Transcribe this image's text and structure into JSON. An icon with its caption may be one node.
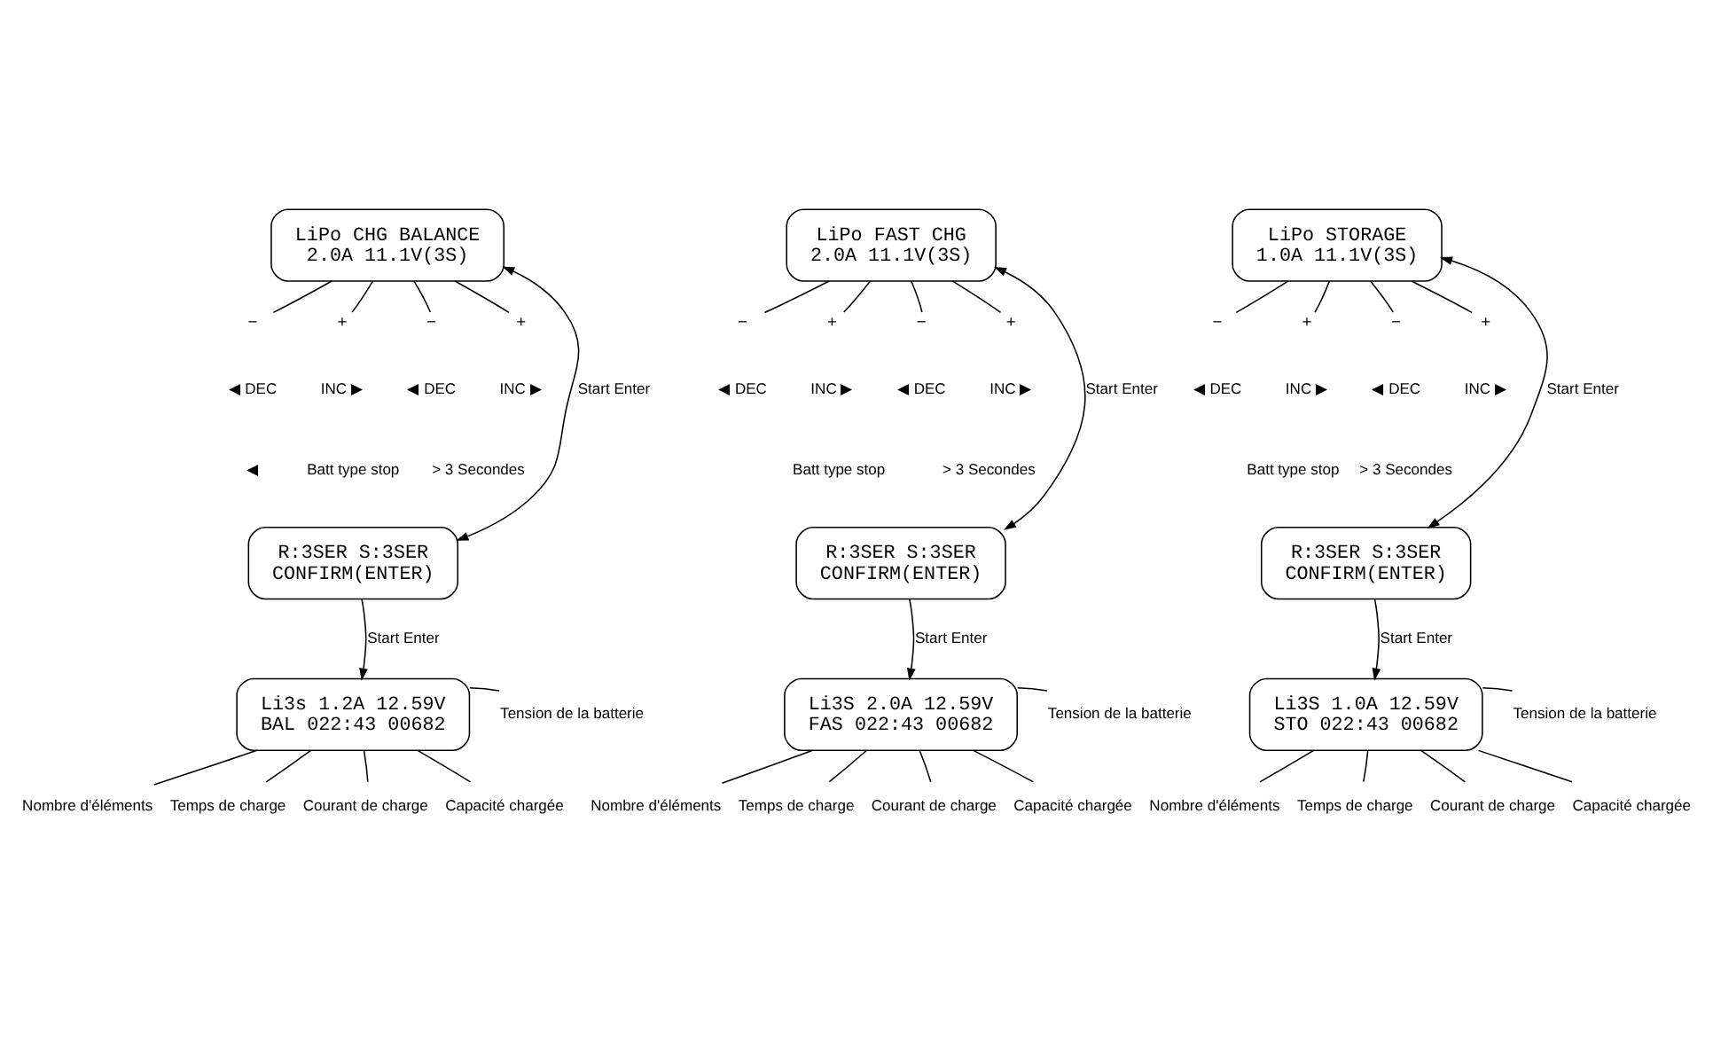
{
  "diagram": {
    "nodes": [
      {
        "text": [
          "LiPo CHG BALANCE",
          "2.0A 11.1V(3S)"
        ]
      },
      {
        "text": [
          "−"
        ]
      },
      {
        "text": [
          "+"
        ]
      },
      {
        "text": [
          "−"
        ]
      },
      {
        "text": [
          "+"
        ]
      },
      {
        "text": [
          "R:3SER S:3SER",
          "CONFIRM(ENTER)"
        ]
      },
      {
        "text": [
          "Li3s 1.2A 12.59V",
          "BAL 022:43 00682"
        ]
      },
      {
        "text": [
          "Tension de la batterie"
        ]
      },
      {
        "text": [
          "Nombre d'éléments"
        ]
      },
      {
        "text": [
          "Temps de charge"
        ]
      },
      {
        "text": [
          "Courant de charge"
        ]
      },
      {
        "text": [
          "Capacité chargée"
        ]
      },
      {
        "text": [
          "LiPo FAST CHG",
          "2.0A 11.1V(3S)"
        ]
      },
      {
        "text": [
          "−"
        ]
      },
      {
        "text": [
          "+"
        ]
      },
      {
        "text": [
          "−"
        ]
      },
      {
        "text": [
          "+"
        ]
      },
      {
        "text": [
          "R:3SER S:3SER",
          "CONFIRM(ENTER)"
        ]
      },
      {
        "text": [
          "Li3S 2.0A 12.59V",
          "FAS 022:43 00682"
        ]
      },
      {
        "text": [
          "Tension de la batterie"
        ]
      },
      {
        "text": [
          "Nombre d'éléments"
        ]
      },
      {
        "text": [
          "Temps de charge"
        ]
      },
      {
        "text": [
          "Courant de charge"
        ]
      },
      {
        "text": [
          "Capacité chargée"
        ]
      },
      {
        "text": [
          "LiPo STORAGE",
          "1.0A 11.1V(3S)"
        ]
      },
      {
        "text": [
          "−"
        ]
      },
      {
        "text": [
          "+"
        ]
      },
      {
        "text": [
          "−"
        ]
      },
      {
        "text": [
          "+"
        ]
      },
      {
        "text": [
          "R:3SER S:3SER",
          "CONFIRM(ENTER)"
        ]
      },
      {
        "text": [
          "Li3S 1.0A 12.59V",
          "STO 022:43 00682"
        ]
      },
      {
        "text": [
          "Tension de la batterie"
        ]
      },
      {
        "text": [
          "Nombre d'éléments"
        ]
      },
      {
        "text": [
          "Temps de charge"
        ]
      },
      {
        "text": [
          "Courant de charge"
        ]
      },
      {
        "text": [
          "Capacité chargée"
        ]
      }
    ],
    "edges": [
      {
        "from": 1,
        "to": 0,
        "arrow": "none"
      },
      {
        "from": 2,
        "to": 0,
        "arrow": "none"
      },
      {
        "from": 3,
        "to": 0,
        "arrow": "none"
      },
      {
        "from": 4,
        "to": 0,
        "arrow": "none"
      },
      {
        "from": 0,
        "to": 5,
        "arrow": "both",
        "label": "Start Enter"
      },
      {
        "from": 5,
        "to": 6,
        "arrow": "to",
        "label": "Start Enter"
      },
      {
        "from": 7,
        "to": 6,
        "arrow": "none"
      },
      {
        "from": 8,
        "to": 6,
        "arrow": "none"
      },
      {
        "from": 9,
        "to": 6,
        "arrow": "none"
      },
      {
        "from": 10,
        "to": 6,
        "arrow": "none"
      },
      {
        "from": 11,
        "to": 6,
        "arrow": "none"
      },
      {
        "from": 13,
        "to": 12,
        "arrow": "none"
      },
      {
        "from": 14,
        "to": 12,
        "arrow": "none"
      },
      {
        "from": 15,
        "to": 12,
        "arrow": "none"
      },
      {
        "from": 16,
        "to": 12,
        "arrow": "none"
      },
      {
        "from": 12,
        "to": 17,
        "arrow": "both",
        "label": "Start Enter"
      },
      {
        "from": 17,
        "to": 18,
        "arrow": "to",
        "label": "Start Enter"
      },
      {
        "from": 19,
        "to": 18,
        "arrow": "none"
      },
      {
        "from": 20,
        "to": 18,
        "arrow": "none"
      },
      {
        "from": 21,
        "to": 18,
        "arrow": "none"
      },
      {
        "from": 22,
        "to": 18,
        "arrow": "none"
      },
      {
        "from": 23,
        "to": 18,
        "arrow": "none"
      },
      {
        "from": 25,
        "to": 24,
        "arrow": "none"
      },
      {
        "from": 26,
        "to": 24,
        "arrow": "none"
      },
      {
        "from": 27,
        "to": 24,
        "arrow": "none"
      },
      {
        "from": 28,
        "to": 24,
        "arrow": "none"
      },
      {
        "from": 24,
        "to": 29,
        "arrow": "both",
        "label": "Start Enter"
      },
      {
        "from": 29,
        "to": 30,
        "arrow": "to",
        "label": "Start Enter"
      },
      {
        "from": 31,
        "to": 30,
        "arrow": "none"
      },
      {
        "from": 32,
        "to": 30,
        "arrow": "none"
      },
      {
        "from": 33,
        "to": 30,
        "arrow": "none"
      },
      {
        "from": 34,
        "to": 30,
        "arrow": "none"
      },
      {
        "from": 35,
        "to": 30,
        "arrow": "none"
      }
    ],
    "labels": [
      "◀ DEC",
      "INC ▶",
      "◀ DEC",
      "INC ▶",
      "◀",
      "Batt type stop",
      "> 3 Secondes",
      "◀ DEC",
      "INC ▶",
      "◀ DEC",
      "INC ▶",
      "Batt type stop",
      "> 3 Secondes",
      "◀ DEC",
      "INC ▶",
      "◀ DEC",
      "INC ▶",
      "Batt type stop",
      "> 3 Secondes"
    ]
  }
}
